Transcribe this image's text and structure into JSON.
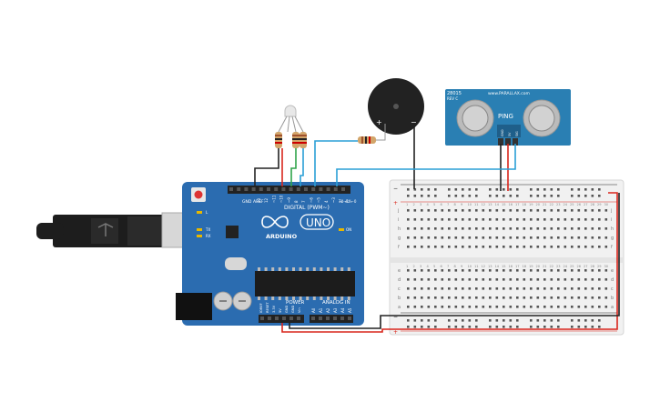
{
  "colors": {
    "arduino_board": "#2b6cb0",
    "arduino_dark": "#1f4f8a",
    "sensor_board": "#2a7fb3",
    "buzzer": "#222222",
    "breadboard": "#f1f1f1",
    "wire_red": "#d9261c",
    "wire_black": "#222222",
    "wire_green": "#2fa34a",
    "wire_blue": "#2a9fd6",
    "usb_cable": "#1d1d1d"
  },
  "arduino": {
    "brand": "ARDUINO",
    "model": "UNO",
    "digital_label": "DIGITAL (PWM~)",
    "power_label": "POWER",
    "analog_label": "ANALOG IN",
    "on_label": "ON",
    "tx_label": "TX",
    "rx_label": "RX",
    "l_label": "L",
    "aref_label": "AREF",
    "gnd_label": "GND",
    "txrx_label": "TX→1",
    "rx0_label": "RX←0",
    "digital_pins": [
      "13",
      "12",
      "~11",
      "~10",
      "~9",
      "8",
      "7",
      "~6",
      "~5",
      "4",
      "~3",
      "2"
    ],
    "power_pins": [
      "IOREF",
      "RESET",
      "3.3V",
      "5V",
      "GND",
      "GND",
      "Vin"
    ],
    "analog_pins": [
      "A0",
      "A1",
      "A2",
      "A3",
      "A4",
      "A5"
    ]
  },
  "sensor": {
    "brand": "www.PARALLAX.com",
    "name": "PING",
    "model": "28015",
    "rev": "REV C",
    "pins": [
      "GND",
      "5V",
      "SIG"
    ]
  },
  "buzzer": {
    "plus": "+",
    "minus": "−"
  },
  "breadboard": {
    "rows_top": [
      "j",
      "i",
      "h",
      "g",
      "f"
    ],
    "rows_bottom": [
      "e",
      "d",
      "c",
      "b",
      "a"
    ],
    "columns": 30,
    "plus": "+",
    "minus": "−"
  }
}
